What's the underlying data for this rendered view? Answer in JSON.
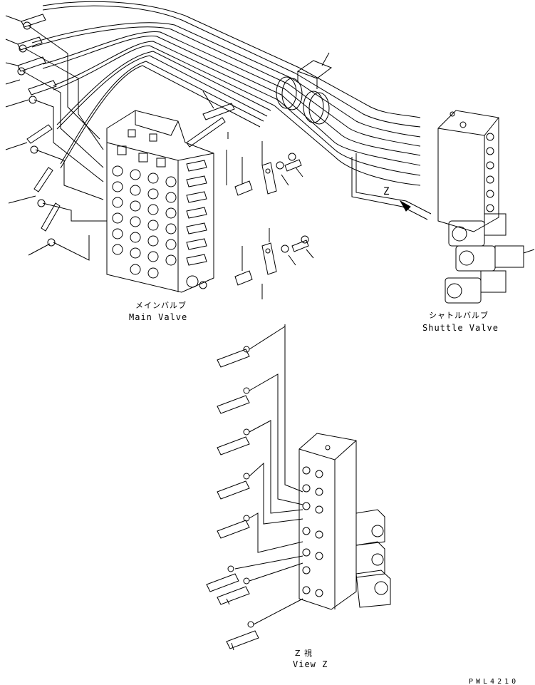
{
  "labels": {
    "main_valve_jp": "メインバルブ",
    "main_valve_en": "Main Valve",
    "shuttle_valve_jp": "シャトルバルブ",
    "shuttle_valve_en": "Shuttle Valve",
    "view_z_jp": "Z 視",
    "view_z_en": "View Z",
    "z_marker": "Z",
    "drawing_code": "PWL4210"
  },
  "colors": {
    "line": "#000000",
    "background": "#ffffff"
  }
}
